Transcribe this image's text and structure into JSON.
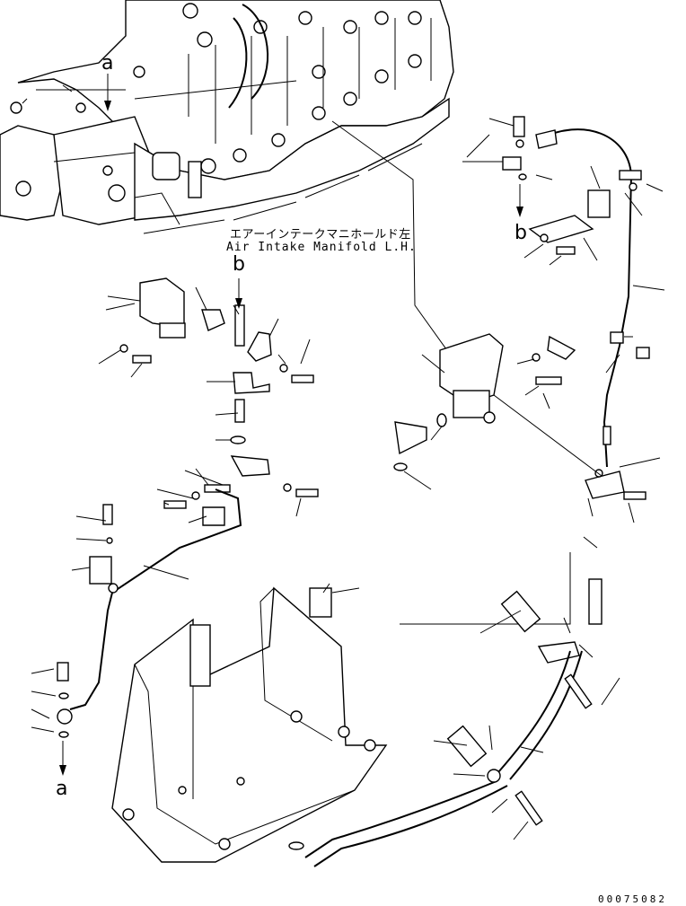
{
  "drawing": {
    "manifold_label_jp": "エアーインテークマニホールド左",
    "manifold_label_en": "Air Intake Manifold L.H.",
    "callout_a": "a",
    "callout_b": "b",
    "document_number": "00075082"
  },
  "colors": {
    "line": "#000000",
    "background": "#ffffff"
  }
}
